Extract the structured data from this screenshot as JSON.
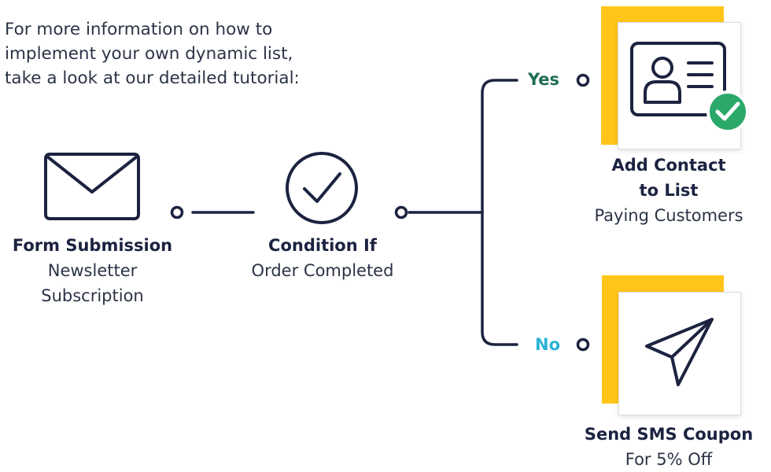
{
  "intro": {
    "lines": [
      "For more information on how to",
      "implement your own dynamic list,",
      "take a look at our detailed tutorial:"
    ]
  },
  "nodes": {
    "form_submission": {
      "title": "Form Submission",
      "subtitle_lines": [
        "Newsletter",
        "Subscription"
      ]
    },
    "condition": {
      "title": "Condition If",
      "subtitle": "Order Completed"
    },
    "add_contact": {
      "title_lines": [
        "Add Contact",
        "to List"
      ],
      "subtitle": "Paying Customers"
    },
    "send_sms": {
      "title": "Send SMS Coupon",
      "subtitle": "For 5% Off"
    }
  },
  "branches": {
    "yes": "Yes",
    "no": "No"
  },
  "colors": {
    "navy": "#1b2340",
    "accent_yellow": "#ffc619",
    "check_green": "#2aa96b",
    "yes_green": "#1f6e51",
    "no_blue": "#29b3d6"
  },
  "icons": {
    "form_submission": "envelope-icon",
    "condition": "checkmark-circle-icon",
    "add_contact": "contact-card-icon",
    "add_contact_badge": "green-check-badge-icon",
    "send_sms": "paper-plane-icon"
  }
}
